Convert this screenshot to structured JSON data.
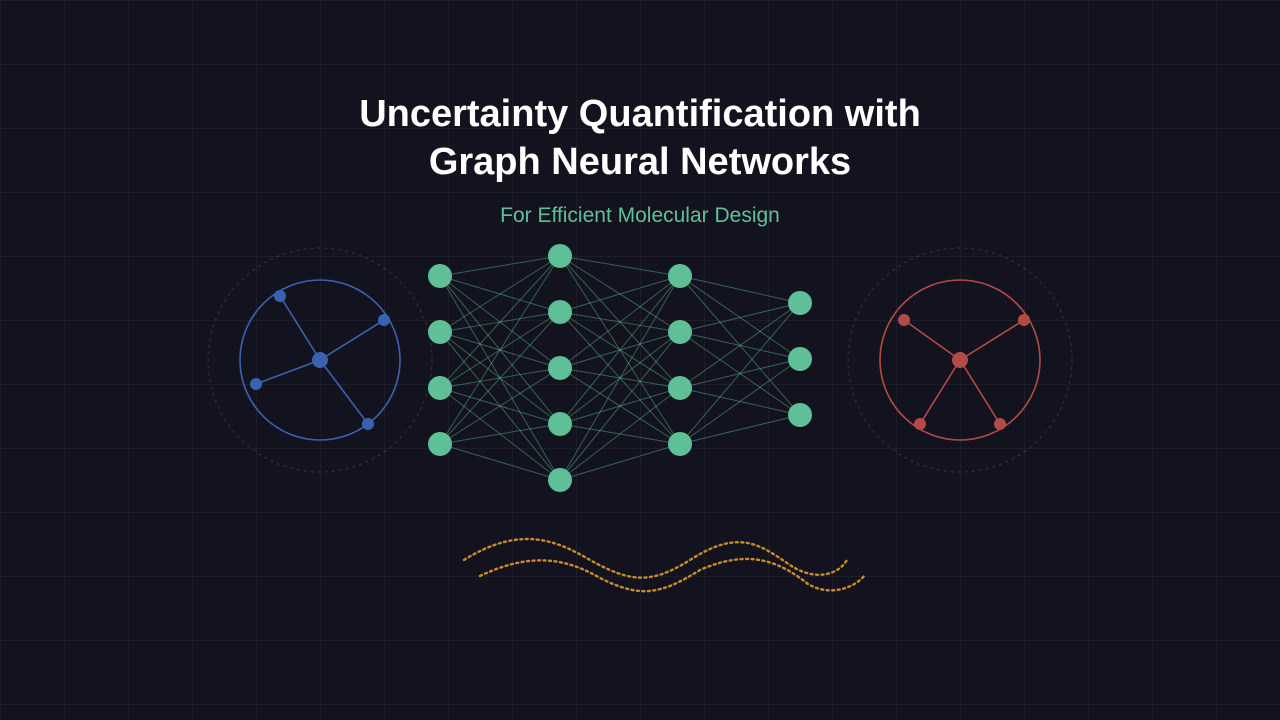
{
  "title": {
    "line1": "Uncertainty Quantification with",
    "line2": "Graph Neural Networks"
  },
  "subtitle": "For Efficient Molecular Design",
  "colors": {
    "background": "#13131f",
    "title": "#ffffff",
    "accent_green": "#5fc097",
    "input_molecule": "#3a62b0",
    "output_molecule": "#b44a45",
    "uncertainty_wave": "#c98a2e"
  },
  "network": {
    "layers": [
      4,
      5,
      4,
      3
    ]
  },
  "molecules": {
    "input": {
      "atoms": 5,
      "bonds": 4
    },
    "output": {
      "atoms": 5,
      "bonds": 4
    }
  },
  "icons": {
    "input_molecule": "molecule-graph-icon",
    "output_molecule": "molecule-graph-icon",
    "network": "neural-network-icon",
    "uncertainty": "uncertainty-wave-icon"
  }
}
